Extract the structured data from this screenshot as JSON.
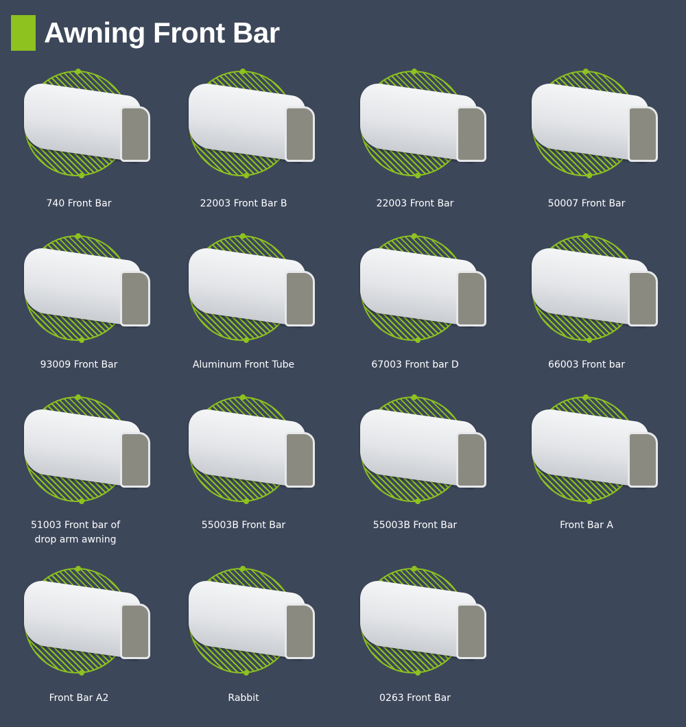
{
  "header": {
    "title": "Awning Front Bar",
    "accent_color": "#8dc21f",
    "background_color": "#3d475a"
  },
  "products": [
    {
      "label": "740 Front Bar"
    },
    {
      "label": "22003 Front Bar B"
    },
    {
      "label": "22003 Front Bar"
    },
    {
      "label": "50007 Front Bar"
    },
    {
      "label": "93009 Front Bar"
    },
    {
      "label": "Aluminum Front Tube"
    },
    {
      "label": "67003 Front bar D"
    },
    {
      "label": "66003 Front bar"
    },
    {
      "label": "51003 Front bar of drop arm awning"
    },
    {
      "label": "55003B Front Bar"
    },
    {
      "label": "55003B Front Bar"
    },
    {
      "label": "Front Bar A"
    },
    {
      "label": "Front Bar A2"
    },
    {
      "label": "Rabbit"
    },
    {
      "label": "0263 Front Bar"
    }
  ]
}
